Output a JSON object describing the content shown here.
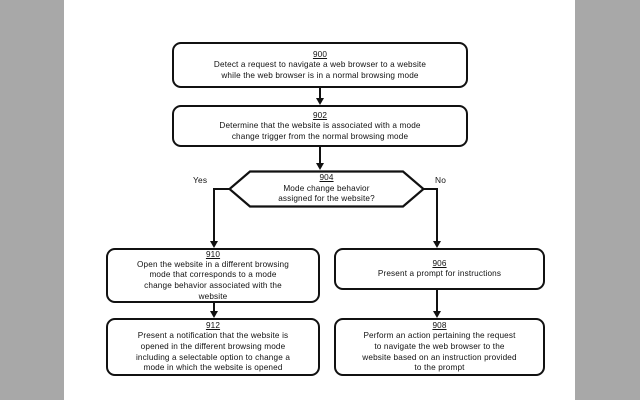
{
  "figure": {
    "type": "flowchart",
    "title": "Mode change browsing flowchart",
    "background": "#ffffff",
    "margin_color": "#a8a8a8",
    "line_color": "#111111"
  },
  "nodes": [
    {
      "id": "900",
      "shape": "rounded-rect",
      "ref": "900",
      "text": "Detect a request to navigate a web browser to a website\nwhile the web browser is in a normal browsing mode"
    },
    {
      "id": "902",
      "shape": "rounded-rect",
      "ref": "902",
      "text": "Determine that the website is associated with a mode\nchange trigger from the normal browsing mode"
    },
    {
      "id": "904",
      "shape": "hexagon",
      "ref": "904",
      "text": "Mode change behavior\nassigned for the website?"
    },
    {
      "id": "910",
      "shape": "rounded-rect",
      "ref": "910",
      "text": "Open the website in a different browsing\nmode that corresponds to a mode\nchange behavior associated with the\nwebsite"
    },
    {
      "id": "906",
      "shape": "rounded-rect",
      "ref": "906",
      "text": "Present a prompt for instructions"
    },
    {
      "id": "912",
      "shape": "rounded-rect",
      "ref": "912",
      "text": "Present a notification that the website is\nopened in the different browsing mode\nincluding a selectable option to change a\nmode in which the website is opened"
    },
    {
      "id": "908",
      "shape": "rounded-rect",
      "ref": "908",
      "text": "Perform an action pertaining the request\nto navigate the web browser to the\nwebsite based on an instruction provided\nto the prompt"
    }
  ],
  "branches": {
    "yes_label": "Yes",
    "no_label": "No"
  }
}
